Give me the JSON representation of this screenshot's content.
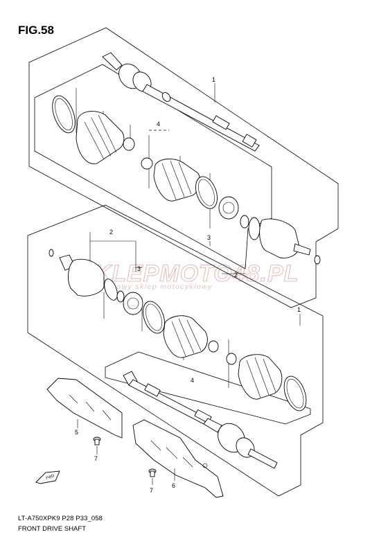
{
  "figure": {
    "title": "FIG.58"
  },
  "footer": {
    "code": "LT-A750XPK9 P28 P33_058",
    "title": "FRONT DRIVE SHAFT"
  },
  "watermark": {
    "main": "SKLEPMOTO48.PL",
    "sub": "internetowy sklep motocyklowy"
  },
  "callouts": {
    "upper_shaft": "1",
    "upper_boot_set": "4",
    "upper_joint": "3",
    "upper_spacer": "2",
    "lower_spacer": "2",
    "lower_joint": "3",
    "lower_shaft": "1",
    "lower_boot_set": "4",
    "guard_left": "5",
    "guard_right": "6",
    "bolt_left": "7",
    "bolt_right": "7"
  },
  "fwd_label": "FWD"
}
